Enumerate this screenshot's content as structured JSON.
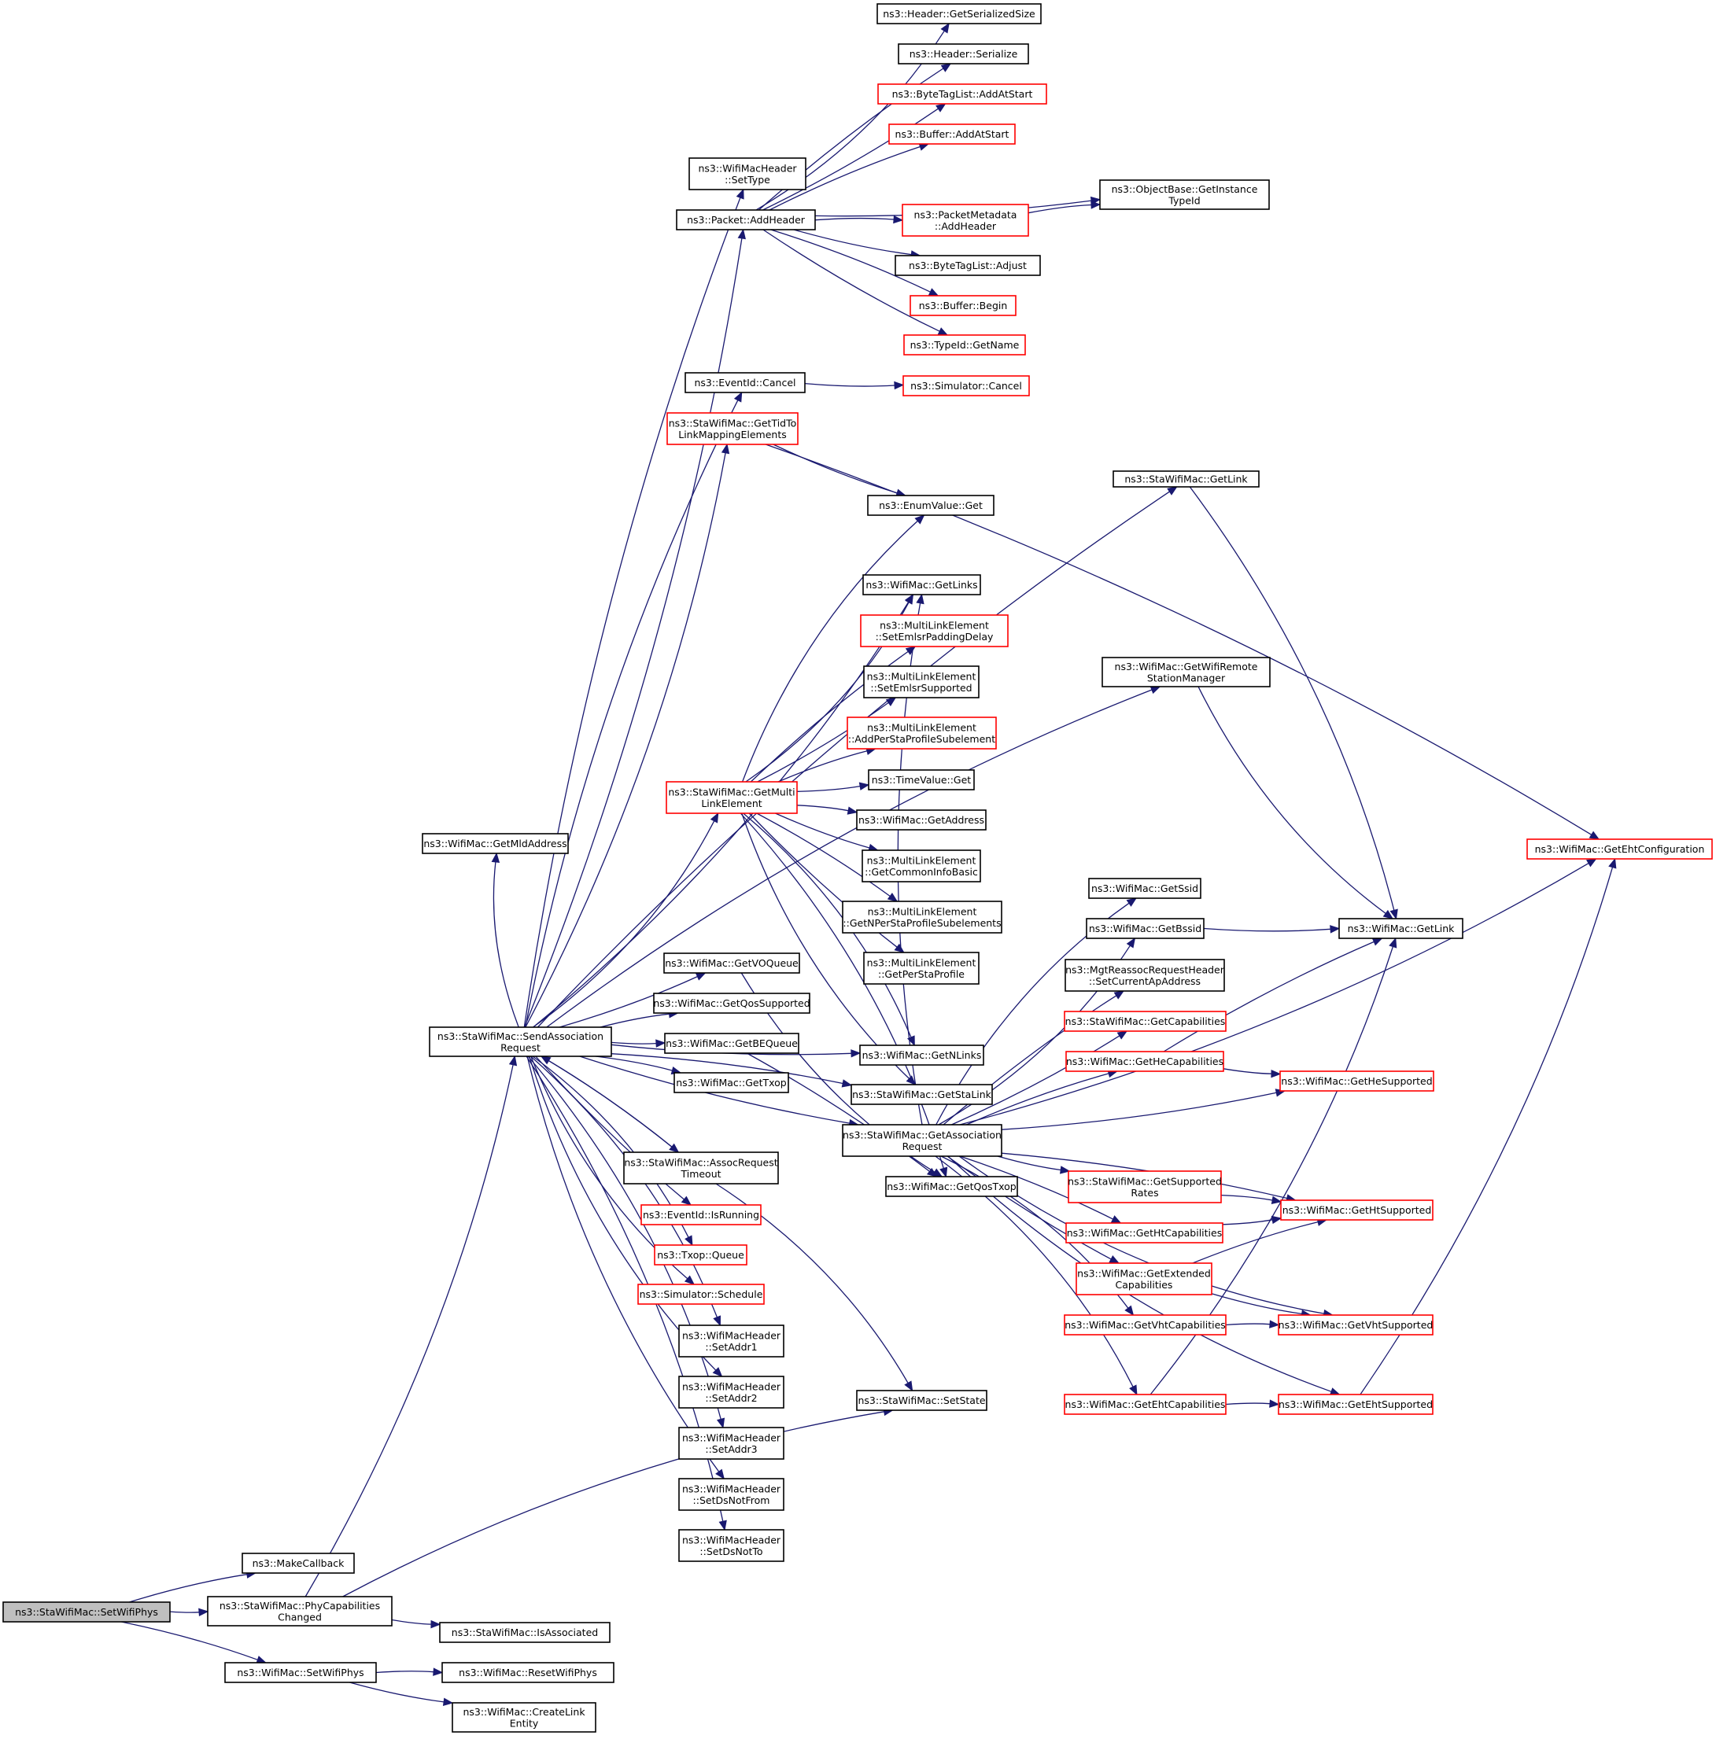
{
  "graph": {
    "title": "ns3::StaWifiMac::SetWifiPhys call graph",
    "edge_color": "#191970",
    "root_fill": "#bfbfbf",
    "colors": {
      "normal": "#000000",
      "truncated": "#ff0000"
    },
    "nodes": [
      {
        "id": "root",
        "lines": [
          "ns3::StaWifiMac::SetWifiPhys"
        ],
        "style": "root"
      },
      {
        "id": "makecb",
        "lines": [
          "ns3::MakeCallback"
        ],
        "style": "normal"
      },
      {
        "id": "phycap",
        "lines": [
          "ns3::StaWifiMac::PhyCapabilities",
          "Changed"
        ],
        "style": "normal"
      },
      {
        "id": "macsetphys",
        "lines": [
          "ns3::WifiMac::SetWifiPhys"
        ],
        "style": "normal"
      },
      {
        "id": "isassoc",
        "lines": [
          "ns3::StaWifiMac::IsAssociated"
        ],
        "style": "normal"
      },
      {
        "id": "resetphys",
        "lines": [
          "ns3::WifiMac::ResetWifiPhys"
        ],
        "style": "normal"
      },
      {
        "id": "createlink",
        "lines": [
          "ns3::WifiMac::CreateLink",
          "Entity"
        ],
        "style": "normal"
      },
      {
        "id": "sendassoc",
        "lines": [
          "ns3::StaWifiMac::SendAssociation",
          "Request"
        ],
        "style": "normal"
      },
      {
        "id": "settype",
        "lines": [
          "ns3::WifiMacHeader",
          "::SetType"
        ],
        "style": "normal"
      },
      {
        "id": "addheader",
        "lines": [
          "ns3::Packet::AddHeader"
        ],
        "style": "normal"
      },
      {
        "id": "getsersize",
        "lines": [
          "ns3::Header::GetSerializedSize"
        ],
        "style": "normal"
      },
      {
        "id": "serialize",
        "lines": [
          "ns3::Header::Serialize"
        ],
        "style": "normal"
      },
      {
        "id": "btladdstart",
        "lines": [
          "ns3::ByteTagList::AddAtStart"
        ],
        "style": "truncated"
      },
      {
        "id": "bufaddstart",
        "lines": [
          "ns3::Buffer::AddAtStart"
        ],
        "style": "truncated"
      },
      {
        "id": "getinsttype",
        "lines": [
          "ns3::ObjectBase::GetInstance",
          "TypeId"
        ],
        "style": "normal"
      },
      {
        "id": "pmaddheader",
        "lines": [
          "ns3::PacketMetadata",
          "::AddHeader"
        ],
        "style": "truncated"
      },
      {
        "id": "btladjust",
        "lines": [
          "ns3::ByteTagList::Adjust"
        ],
        "style": "normal"
      },
      {
        "id": "bufbegin",
        "lines": [
          "ns3::Buffer::Begin"
        ],
        "style": "truncated"
      },
      {
        "id": "typeidname",
        "lines": [
          "ns3::TypeId::GetName"
        ],
        "style": "truncated"
      },
      {
        "id": "evcancel",
        "lines": [
          "ns3::EventId::Cancel"
        ],
        "style": "normal"
      },
      {
        "id": "simcancel",
        "lines": [
          "ns3::Simulator::Cancel"
        ],
        "style": "truncated"
      },
      {
        "id": "gettidlink",
        "lines": [
          "ns3::StaWifiMac::GetTidTo",
          "LinkMappingElements"
        ],
        "style": "truncated"
      },
      {
        "id": "enumget",
        "lines": [
          "ns3::EnumValue::Get"
        ],
        "style": "normal"
      },
      {
        "id": "stagetlink",
        "lines": [
          "ns3::StaWifiMac::GetLink"
        ],
        "style": "normal"
      },
      {
        "id": "getlinks",
        "lines": [
          "ns3::WifiMac::GetLinks"
        ],
        "style": "normal"
      },
      {
        "id": "setemlsrpad",
        "lines": [
          "ns3::MultiLinkElement",
          "::SetEmlsrPaddingDelay"
        ],
        "style": "truncated"
      },
      {
        "id": "setemlsrsup",
        "lines": [
          "ns3::MultiLinkElement",
          "::SetEmlsrSupported"
        ],
        "style": "normal"
      },
      {
        "id": "addpersta",
        "lines": [
          "ns3::MultiLinkElement",
          "::AddPerStaProfileSubelement"
        ],
        "style": "truncated"
      },
      {
        "id": "getremote",
        "lines": [
          "ns3::WifiMac::GetWifiRemote",
          "StationManager"
        ],
        "style": "normal"
      },
      {
        "id": "getmulti",
        "lines": [
          "ns3::StaWifiMac::GetMulti",
          "LinkElement"
        ],
        "style": "truncated"
      },
      {
        "id": "timeget",
        "lines": [
          "ns3::TimeValue::Get"
        ],
        "style": "normal"
      },
      {
        "id": "getaddress",
        "lines": [
          "ns3::WifiMac::GetAddress"
        ],
        "style": "normal"
      },
      {
        "id": "getmld",
        "lines": [
          "ns3::WifiMac::GetMldAddress"
        ],
        "style": "normal"
      },
      {
        "id": "getcommon",
        "lines": [
          "ns3::MultiLinkElement",
          "::GetCommonInfoBasic"
        ],
        "style": "normal"
      },
      {
        "id": "getnpersta",
        "lines": [
          "ns3::MultiLinkElement",
          "::GetNPerStaProfileSubelements"
        ],
        "style": "normal"
      },
      {
        "id": "getpersta",
        "lines": [
          "ns3::MultiLinkElement",
          "::GetPerStaProfile"
        ],
        "style": "normal"
      },
      {
        "id": "getehtconf",
        "lines": [
          "ns3::WifiMac::GetEhtConfiguration"
        ],
        "style": "truncated"
      },
      {
        "id": "getssid",
        "lines": [
          "ns3::WifiMac::GetSsid"
        ],
        "style": "normal"
      },
      {
        "id": "getbssid",
        "lines": [
          "ns3::WifiMac::GetBssid"
        ],
        "style": "normal"
      },
      {
        "id": "macgetlink",
        "lines": [
          "ns3::WifiMac::GetLink"
        ],
        "style": "normal"
      },
      {
        "id": "getvoq",
        "lines": [
          "ns3::WifiMac::GetVOQueue"
        ],
        "style": "normal"
      },
      {
        "id": "setcurap",
        "lines": [
          "ns3::MgtReassocRequestHeader",
          "::SetCurrentApAddress"
        ],
        "style": "normal"
      },
      {
        "id": "getqossup",
        "lines": [
          "ns3::WifiMac::GetQosSupported"
        ],
        "style": "normal"
      },
      {
        "id": "getcaps",
        "lines": [
          "ns3::StaWifiMac::GetCapabilities"
        ],
        "style": "truncated"
      },
      {
        "id": "getbeq",
        "lines": [
          "ns3::WifiMac::GetBEQueue"
        ],
        "style": "normal"
      },
      {
        "id": "getnlinks",
        "lines": [
          "ns3::WifiMac::GetNLinks"
        ],
        "style": "normal"
      },
      {
        "id": "gethecaps",
        "lines": [
          "ns3::WifiMac::GetHeCapabilities"
        ],
        "style": "truncated"
      },
      {
        "id": "gettxop",
        "lines": [
          "ns3::WifiMac::GetTxop"
        ],
        "style": "normal"
      },
      {
        "id": "gethesup",
        "lines": [
          "ns3::WifiMac::GetHeSupported"
        ],
        "style": "truncated"
      },
      {
        "id": "getstalink",
        "lines": [
          "ns3::StaWifiMac::GetStaLink"
        ],
        "style": "normal"
      },
      {
        "id": "getassocreq",
        "lines": [
          "ns3::StaWifiMac::GetAssociation",
          "Request"
        ],
        "style": "normal"
      },
      {
        "id": "assoctimeout",
        "lines": [
          "ns3::StaWifiMac::AssocRequest",
          "Timeout"
        ],
        "style": "normal"
      },
      {
        "id": "getqostxop",
        "lines": [
          "ns3::WifiMac::GetQosTxop"
        ],
        "style": "normal"
      },
      {
        "id": "getsuprates",
        "lines": [
          "ns3::StaWifiMac::GetSupported",
          "Rates"
        ],
        "style": "truncated"
      },
      {
        "id": "gethtsup",
        "lines": [
          "ns3::WifiMac::GetHtSupported"
        ],
        "style": "truncated"
      },
      {
        "id": "isrunning",
        "lines": [
          "ns3::EventId::IsRunning"
        ],
        "style": "truncated"
      },
      {
        "id": "gethtcaps",
        "lines": [
          "ns3::WifiMac::GetHtCapabilities"
        ],
        "style": "truncated"
      },
      {
        "id": "txopqueue",
        "lines": [
          "ns3::Txop::Queue"
        ],
        "style": "truncated"
      },
      {
        "id": "getextcaps",
        "lines": [
          "ns3::WifiMac::GetExtended",
          "Capabilities"
        ],
        "style": "truncated"
      },
      {
        "id": "schedule",
        "lines": [
          "ns3::Simulator::Schedule"
        ],
        "style": "truncated"
      },
      {
        "id": "getvhtcaps",
        "lines": [
          "ns3::WifiMac::GetVhtCapabilities"
        ],
        "style": "truncated"
      },
      {
        "id": "getvhtsup",
        "lines": [
          "ns3::WifiMac::GetVhtSupported"
        ],
        "style": "truncated"
      },
      {
        "id": "setaddr1",
        "lines": [
          "ns3::WifiMacHeader",
          "::SetAddr1"
        ],
        "style": "normal"
      },
      {
        "id": "setaddr2",
        "lines": [
          "ns3::WifiMacHeader",
          "::SetAddr2"
        ],
        "style": "normal"
      },
      {
        "id": "getehtcaps",
        "lines": [
          "ns3::WifiMac::GetEhtCapabilities"
        ],
        "style": "truncated"
      },
      {
        "id": "setstate",
        "lines": [
          "ns3::StaWifiMac::SetState"
        ],
        "style": "normal"
      },
      {
        "id": "getehtsup",
        "lines": [
          "ns3::WifiMac::GetEhtSupported"
        ],
        "style": "truncated"
      },
      {
        "id": "setaddr3",
        "lines": [
          "ns3::WifiMacHeader",
          "::SetAddr3"
        ],
        "style": "normal"
      },
      {
        "id": "setdsnotfrom",
        "lines": [
          "ns3::WifiMacHeader",
          "::SetDsNotFrom"
        ],
        "style": "normal"
      },
      {
        "id": "setdsnotto",
        "lines": [
          "ns3::WifiMacHeader",
          "::SetDsNotTo"
        ],
        "style": "normal"
      }
    ],
    "edges": [
      [
        "root",
        "makecb"
      ],
      [
        "root",
        "phycap"
      ],
      [
        "root",
        "macsetphys"
      ],
      [
        "phycap",
        "sendassoc"
      ],
      [
        "phycap",
        "setstate"
      ],
      [
        "phycap",
        "isassoc"
      ],
      [
        "macsetphys",
        "resetphys"
      ],
      [
        "macsetphys",
        "createlink"
      ],
      [
        "sendassoc",
        "settype"
      ],
      [
        "sendassoc",
        "addheader"
      ],
      [
        "sendassoc",
        "evcancel"
      ],
      [
        "sendassoc",
        "gettidlink"
      ],
      [
        "sendassoc",
        "stagetlink"
      ],
      [
        "sendassoc",
        "getlinks"
      ],
      [
        "sendassoc",
        "getremote"
      ],
      [
        "sendassoc",
        "getmulti"
      ],
      [
        "sendassoc",
        "getmld"
      ],
      [
        "sendassoc",
        "getnlinks"
      ],
      [
        "sendassoc",
        "getstalink"
      ],
      [
        "sendassoc",
        "getvoq"
      ],
      [
        "sendassoc",
        "getqossup"
      ],
      [
        "sendassoc",
        "getbeq"
      ],
      [
        "sendassoc",
        "gettxop"
      ],
      [
        "sendassoc",
        "getassocreq"
      ],
      [
        "sendassoc",
        "assoctimeout"
      ],
      [
        "sendassoc",
        "isrunning"
      ],
      [
        "sendassoc",
        "txopqueue"
      ],
      [
        "sendassoc",
        "schedule"
      ],
      [
        "sendassoc",
        "setaddr1"
      ],
      [
        "sendassoc",
        "setaddr2"
      ],
      [
        "sendassoc",
        "setaddr3"
      ],
      [
        "sendassoc",
        "setdsnotfrom"
      ],
      [
        "sendassoc",
        "setdsnotto"
      ],
      [
        "addheader",
        "getsersize"
      ],
      [
        "addheader",
        "serialize"
      ],
      [
        "addheader",
        "btladdstart"
      ],
      [
        "addheader",
        "bufaddstart"
      ],
      [
        "addheader",
        "getinsttype"
      ],
      [
        "addheader",
        "pmaddheader"
      ],
      [
        "addheader",
        "btladjust"
      ],
      [
        "addheader",
        "bufbegin"
      ],
      [
        "addheader",
        "typeidname"
      ],
      [
        "pmaddheader",
        "getinsttype"
      ],
      [
        "evcancel",
        "simcancel"
      ],
      [
        "gettidlink",
        "getehtconf"
      ],
      [
        "gettidlink",
        "enumget"
      ],
      [
        "stagetlink",
        "macgetlink"
      ],
      [
        "getremote",
        "macgetlink"
      ],
      [
        "getmulti",
        "enumget"
      ],
      [
        "getmulti",
        "getlinks"
      ],
      [
        "getmulti",
        "setemlsrpad"
      ],
      [
        "getmulti",
        "setemlsrsup"
      ],
      [
        "getmulti",
        "addpersta"
      ],
      [
        "getmulti",
        "timeget"
      ],
      [
        "getmulti",
        "getaddress"
      ],
      [
        "getmulti",
        "getcommon"
      ],
      [
        "getmulti",
        "getnpersta"
      ],
      [
        "getmulti",
        "getpersta"
      ],
      [
        "getmulti",
        "getnlinks"
      ],
      [
        "getmulti",
        "getstalink"
      ],
      [
        "getmulti",
        "getqostxop"
      ],
      [
        "getvoq",
        "getqostxop"
      ],
      [
        "getbeq",
        "getqostxop"
      ],
      [
        "assoctimeout",
        "sendassoc"
      ],
      [
        "assoctimeout",
        "setstate"
      ],
      [
        "getassocreq",
        "getehtconf"
      ],
      [
        "getassocreq",
        "getssid"
      ],
      [
        "getassocreq",
        "getbssid"
      ],
      [
        "getassocreq",
        "setcurap"
      ],
      [
        "getassocreq",
        "getcaps"
      ],
      [
        "getassocreq",
        "gethecaps"
      ],
      [
        "getassocreq",
        "gethesup"
      ],
      [
        "getassocreq",
        "gethtsup"
      ],
      [
        "getassocreq",
        "getsuprates"
      ],
      [
        "getassocreq",
        "gethtcaps"
      ],
      [
        "getassocreq",
        "getextcaps"
      ],
      [
        "getassocreq",
        "getvhtcaps"
      ],
      [
        "getassocreq",
        "getvhtsup"
      ],
      [
        "getassocreq",
        "getehtcaps"
      ],
      [
        "getassocreq",
        "getehtsup"
      ],
      [
        "getassocreq",
        "getlinks"
      ],
      [
        "getbssid",
        "macgetlink"
      ],
      [
        "gethecaps",
        "macgetlink"
      ],
      [
        "gethecaps",
        "gethesup"
      ],
      [
        "getsuprates",
        "gethtsup"
      ],
      [
        "gethtcaps",
        "gethtsup"
      ],
      [
        "getextcaps",
        "gethtsup"
      ],
      [
        "getextcaps",
        "getvhtsup"
      ],
      [
        "getvhtcaps",
        "getvhtsup"
      ],
      [
        "getehtcaps",
        "macgetlink"
      ],
      [
        "getehtcaps",
        "getehtsup"
      ],
      [
        "getehtsup",
        "getehtconf"
      ]
    ]
  }
}
